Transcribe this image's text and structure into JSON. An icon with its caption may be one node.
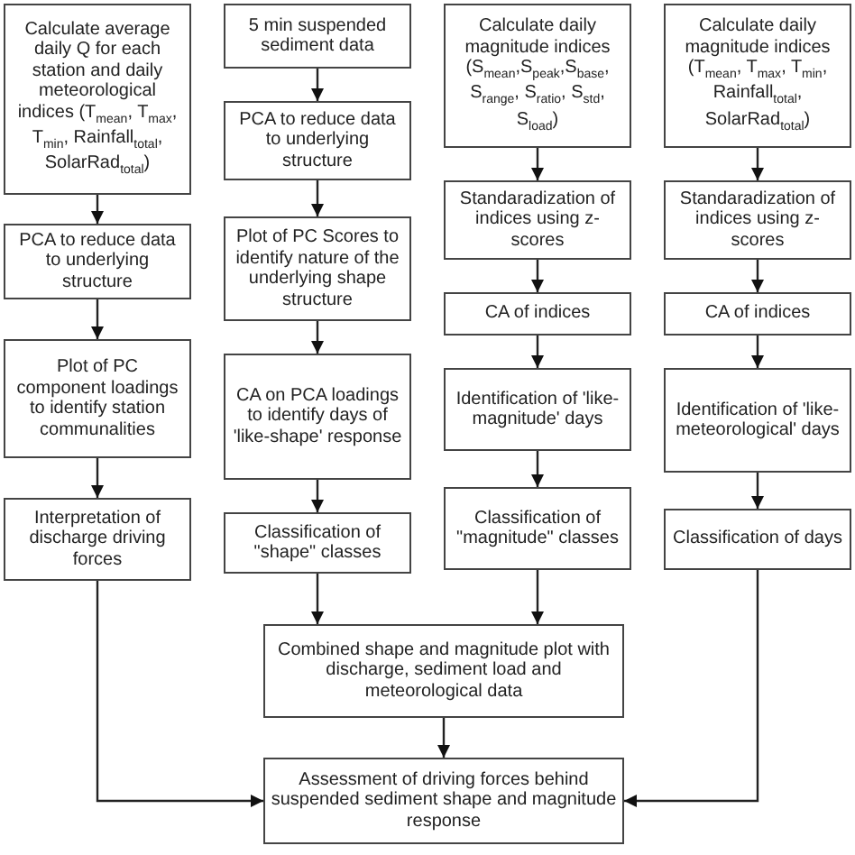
{
  "diagram": {
    "nodes": [
      {
        "text": [
          "Calculate average daily Q for each station and daily meteorological indices (T$_{mean}$, T$_{max}$, T$_{min}$, Rainfall$_{total}$, SolarRad$_{total}$)"
        ]
      },
      {
        "text": [
          "PCA to reduce data to underlying structure"
        ]
      },
      {
        "text": [
          "Plot of PC component loadings to identify station communalities"
        ]
      },
      {
        "text": [
          "Interpretation of discharge driving forces"
        ]
      },
      {
        "text": [
          "5 min suspended sediment data"
        ]
      },
      {
        "text": [
          "PCA to reduce data to underlying structure"
        ]
      },
      {
        "text": [
          "Plot of PC Scores to identify nature of the underlying shape structure"
        ]
      },
      {
        "text": [
          "CA on PCA loadings to identify days of 'like-shape' response"
        ]
      },
      {
        "text": [
          "Classification of \"shape\" classes"
        ]
      },
      {
        "text": [
          "Calculate daily magnitude indices (S$_{mean}$,S$_{peak}$,S$_{base}$, S$_{range}$, S$_{ratio}$, S$_{std}$, S$_{load}$)"
        ]
      },
      {
        "text": [
          "Standaradization of indices using z-scores"
        ]
      },
      {
        "text": [
          "CA of indices"
        ]
      },
      {
        "text": [
          "Identification of 'like-magnitude' days"
        ]
      },
      {
        "text": [
          "Classification of \"magnitude\" classes"
        ]
      },
      {
        "text": [
          "Calculate daily magnitude indices (T$_{mean}$, T$_{max}$, T$_{min}$, Rainfall$_{total}$, SolarRad$_{total}$)"
        ]
      },
      {
        "text": [
          "Standaradization of indices using z-scores"
        ]
      },
      {
        "text": [
          "CA of indices"
        ]
      },
      {
        "text": [
          "Identification of 'like-meteorological' days"
        ]
      },
      {
        "text": [
          "Classification of days"
        ]
      },
      {
        "text": [
          "Combined shape and magnitude plot with discharge, sediment load and meteorological data"
        ]
      },
      {
        "text": [
          "Assessment of driving forces behind suspended sediment shape and magnitude response"
        ]
      }
    ],
    "edges": [
      {
        "from": 0,
        "to": 1,
        "arrow": "to"
      },
      {
        "from": 1,
        "to": 2,
        "arrow": "to"
      },
      {
        "from": 2,
        "to": 3,
        "arrow": "to"
      },
      {
        "from": 4,
        "to": 5,
        "arrow": "to"
      },
      {
        "from": 5,
        "to": 6,
        "arrow": "to"
      },
      {
        "from": 6,
        "to": 7,
        "arrow": "to"
      },
      {
        "from": 7,
        "to": 8,
        "arrow": "to"
      },
      {
        "from": 9,
        "to": 10,
        "arrow": "to"
      },
      {
        "from": 10,
        "to": 11,
        "arrow": "to"
      },
      {
        "from": 11,
        "to": 12,
        "arrow": "to"
      },
      {
        "from": 12,
        "to": 13,
        "arrow": "to"
      },
      {
        "from": 14,
        "to": 15,
        "arrow": "to"
      },
      {
        "from": 15,
        "to": 16,
        "arrow": "to"
      },
      {
        "from": 16,
        "to": 17,
        "arrow": "to"
      },
      {
        "from": 17,
        "to": 18,
        "arrow": "to"
      },
      {
        "from": 8,
        "to": 19,
        "arrow": "to"
      },
      {
        "from": 13,
        "to": 19,
        "arrow": "to"
      },
      {
        "from": 19,
        "to": 20,
        "arrow": "to"
      },
      {
        "from": 3,
        "to": 20,
        "arrow": "to"
      },
      {
        "from": 18,
        "to": 20,
        "arrow": "to"
      }
    ]
  }
}
